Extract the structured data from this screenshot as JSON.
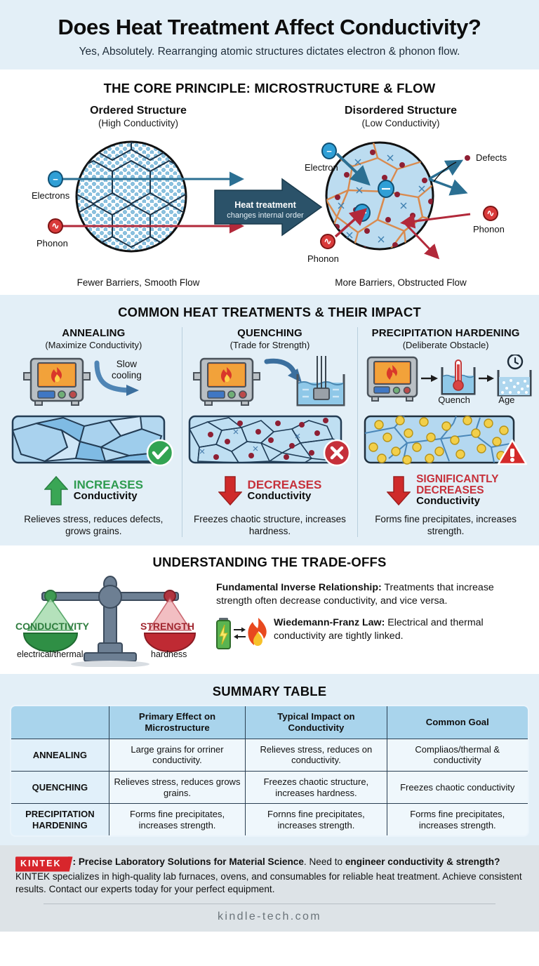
{
  "header": {
    "title": "Does Heat Treatment Affect Conductivity?",
    "subtitle": "Yes, Absolutely. Rearranging atomic structures dictates electron & phonon flow."
  },
  "core": {
    "section_title": "THE CORE PRINCIPLE: MICROSTRUCTURE & FLOW",
    "left": {
      "heading": "Ordered Structure",
      "subheading": "(High Conductivity)",
      "electron_label": "Electrons",
      "phonon_label": "Phonon",
      "caption": "Fewer Barriers, Smooth Flow"
    },
    "right": {
      "heading": "Disordered Structure",
      "subheading": "(Low Conductivity)",
      "electron_label": "Electron",
      "phonon_label_left": "Phonon",
      "phonon_label_right": "Phonon",
      "defects_label": "Defects",
      "caption": "More Barriers, Obstructed Flow"
    },
    "arrow": {
      "line1": "Heat treatment",
      "line2": "changes internal order"
    }
  },
  "treatments": {
    "section_title": "COMMON HEAT TREATMENTS & THEIR IMPACT",
    "items": [
      {
        "name": "ANNEALING",
        "subtitle": "(Maximize Conductivity)",
        "process_label": "Slow\ncooling",
        "process_line1": "Slow",
        "process_line2": "cooling",
        "badge": "check",
        "verdict_main": "INCREASES",
        "verdict_sub": "Conductivity",
        "direction": "up",
        "description": "Relieves stress, reduces defects, grows grains."
      },
      {
        "name": "QUENCHING",
        "subtitle": "(Trade for Strength)",
        "process_line1": "",
        "process_line2": "",
        "badge": "cross",
        "verdict_main": "DECREASES",
        "verdict_sub": "Conductivity",
        "direction": "down",
        "description": "Freezes chaotic structure, increases hardness."
      },
      {
        "name": "PRECIPITATION HARDENING",
        "subtitle": "(Deliberate Obstacle)",
        "process_step1": "Quench",
        "process_step2": "Age",
        "badge": "warning",
        "verdict_main": "SIGNIFICANTLY DECREASES",
        "verdict_sub": "Conductivity",
        "direction": "down",
        "description": "Forms fine precipitates, increases strength."
      }
    ]
  },
  "tradeoffs": {
    "section_title": "UNDERSTANDING THE TRADE-OFFS",
    "scale": {
      "left_label": "CONDUCTIVITY",
      "left_sub": "electrical/thermal",
      "right_label": "STRENGTH",
      "right_sub": "hardness"
    },
    "point1_bold": "Fundamental Inverse Relationship:",
    "point1_text": " Treatments that increase strength often decrease conductivity, and vice versa.",
    "point2_bold": "Wiedemann-Franz Law:",
    "point2_text": " Electrical and thermal conductivity are tightly linked."
  },
  "summary": {
    "section_title": "SUMMARY TABLE",
    "headers": [
      "",
      "Primary Effect on Microstructure",
      "Typical Impact on Conductivity",
      "Common Goal"
    ],
    "rows": [
      {
        "label": "ANNEALING",
        "cells": [
          "Large grains for orriner conductivity.",
          "Relieves stress, reduces on conductivity.",
          "Compliaos/thermal & conductivity"
        ]
      },
      {
        "label": "QUENCHING",
        "cells": [
          "Relieves stress, reduces grows grains.",
          "Freezes chaotic structure, increases hardness.",
          "Freezes chaotic conductivity"
        ]
      },
      {
        "label": "PRECIPITATION HARDENING",
        "cells": [
          "Forms fine precipitates, increases strength.",
          "Fornns fine precipitates, increases strength.",
          "Forms fine precipitates, increases strength."
        ]
      }
    ]
  },
  "footer": {
    "brand": "KINTEK",
    "text_part1": ": Precise Laboratory Solutions for Material Science",
    "text_part2": ". Need to ",
    "bold1": "engineer conductivity & strength?",
    "text_part3": " KINTEK specializes in high-quality lab furnaces, ovens, and consumables for reliable heat treatment. Achieve consistent results. Contact our experts today for your perfect equipment.",
    "site": "kindle-tech.com"
  },
  "colors": {
    "header_bg": "#e3eff7",
    "section_bg": "#e3eff7",
    "accent_blue": "#2b6f92",
    "electron_blue": "#2f9fd6",
    "phonon_red": "#d93a3a",
    "green": "#2e9b4f",
    "red": "#c6303a",
    "brand_red": "#d8262c",
    "table_header": "#a9d4ec"
  }
}
